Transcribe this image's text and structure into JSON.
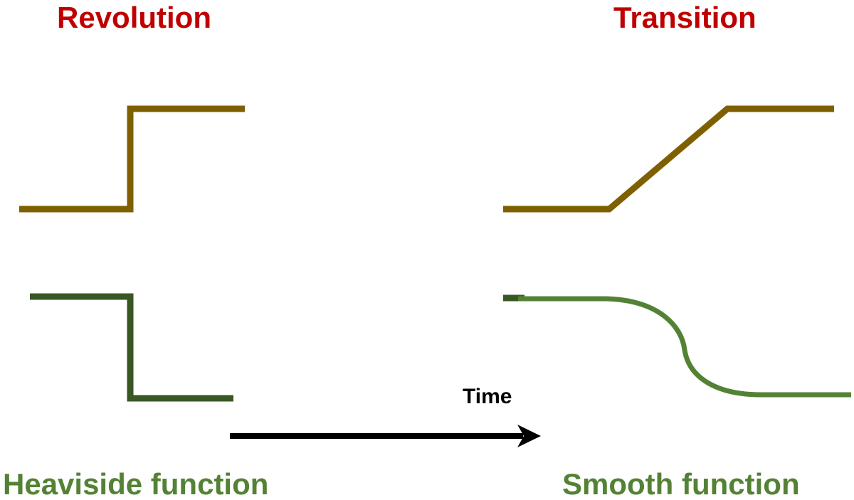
{
  "titles": {
    "left": "Revolution",
    "right": "Transition"
  },
  "time_axis": {
    "label": "Time"
  },
  "captions": {
    "left": "Heaviside function",
    "right": "Smooth function"
  },
  "colors": {
    "title": "#c00000",
    "caption": "#548235",
    "upper_curve": "#7f6000",
    "lower_curve_dark": "#385723",
    "lower_curve_light": "#548235",
    "arrow": "#000000"
  },
  "icons": {
    "time_arrow": "right-arrow"
  }
}
